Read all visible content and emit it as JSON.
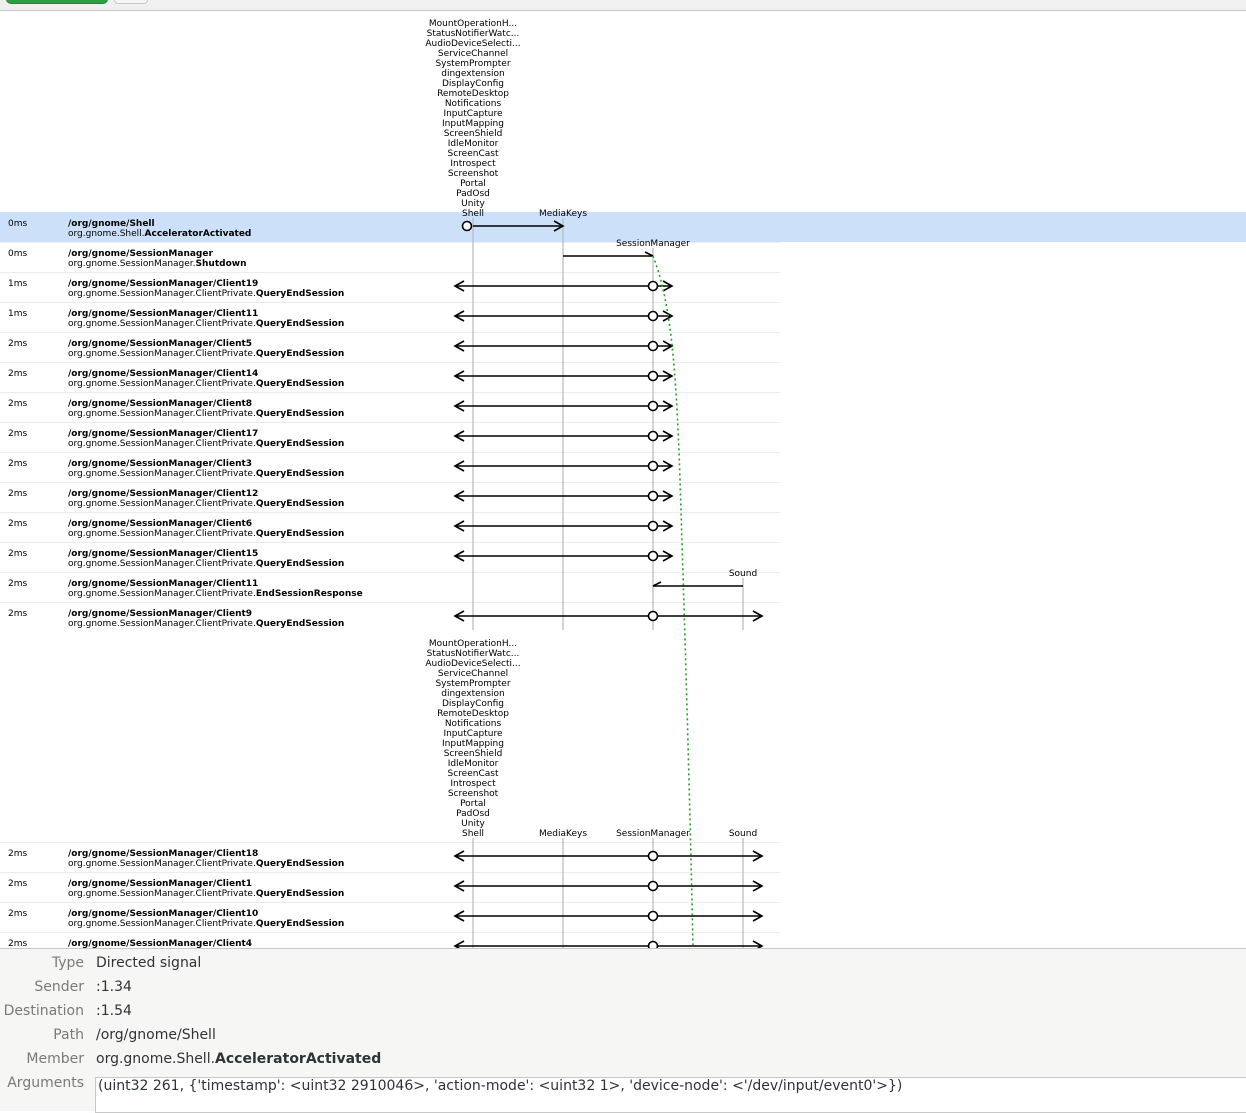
{
  "toolbar": {
    "icons": [
      "green-button",
      "small-button"
    ]
  },
  "diagram": {
    "participants_top_stack": [
      "MountOperationH...",
      "StatusNotifierWatc...",
      "AudioDeviceSelecti...",
      "ServiceChannel",
      "SystemPrompter",
      "dingextension",
      "DisplayConfig",
      "RemoteDesktop",
      "Notifications",
      "InputCapture",
      "InputMapping",
      "ScreenShield",
      "IdleMonitor",
      "ScreenCast",
      "Introspect",
      "Screenshot",
      "Portal",
      "PadOsd",
      "Unity",
      "Shell"
    ],
    "participant_media": "MediaKeys",
    "participant_session": "SessionManager",
    "participant_sound": "Sound",
    "colors": {
      "selected_row": "#cce1f9",
      "line": "#b8b8b8",
      "arrow": "#000000",
      "dotted": "#2a9d2a"
    },
    "rows": [
      {
        "time": "0ms",
        "path": "/org/gnome/Shell",
        "iface": "org.gnome.Shell.",
        "member": "AcceleratorActivated",
        "kind": "shell-media",
        "selected": true
      },
      {
        "time": "0ms",
        "path": "/org/gnome/SessionManager",
        "iface": "org.gnome.SessionManager.",
        "member": "Shutdown",
        "kind": "media-session"
      },
      {
        "time": "1ms",
        "path": "/org/gnome/SessionManager/Client19",
        "iface": "org.gnome.SessionManager.ClientPrivate.",
        "member": "QueryEndSession",
        "kind": "qes-short"
      },
      {
        "time": "1ms",
        "path": "/org/gnome/SessionManager/Client11",
        "iface": "org.gnome.SessionManager.ClientPrivate.",
        "member": "QueryEndSession",
        "kind": "qes-short"
      },
      {
        "time": "2ms",
        "path": "/org/gnome/SessionManager/Client5",
        "iface": "org.gnome.SessionManager.ClientPrivate.",
        "member": "QueryEndSession",
        "kind": "qes-short"
      },
      {
        "time": "2ms",
        "path": "/org/gnome/SessionManager/Client14",
        "iface": "org.gnome.SessionManager.ClientPrivate.",
        "member": "QueryEndSession",
        "kind": "qes-short"
      },
      {
        "time": "2ms",
        "path": "/org/gnome/SessionManager/Client8",
        "iface": "org.gnome.SessionManager.ClientPrivate.",
        "member": "QueryEndSession",
        "kind": "qes-short"
      },
      {
        "time": "2ms",
        "path": "/org/gnome/SessionManager/Client17",
        "iface": "org.gnome.SessionManager.ClientPrivate.",
        "member": "QueryEndSession",
        "kind": "qes-short"
      },
      {
        "time": "2ms",
        "path": "/org/gnome/SessionManager/Client3",
        "iface": "org.gnome.SessionManager.ClientPrivate.",
        "member": "QueryEndSession",
        "kind": "qes-short"
      },
      {
        "time": "2ms",
        "path": "/org/gnome/SessionManager/Client12",
        "iface": "org.gnome.SessionManager.ClientPrivate.",
        "member": "QueryEndSession",
        "kind": "qes-short"
      },
      {
        "time": "2ms",
        "path": "/org/gnome/SessionManager/Client6",
        "iface": "org.gnome.SessionManager.ClientPrivate.",
        "member": "QueryEndSession",
        "kind": "qes-short"
      },
      {
        "time": "2ms",
        "path": "/org/gnome/SessionManager/Client15",
        "iface": "org.gnome.SessionManager.ClientPrivate.",
        "member": "QueryEndSession",
        "kind": "qes-short"
      },
      {
        "time": "2ms",
        "path": "/org/gnome/SessionManager/Client11",
        "iface": "org.gnome.SessionManager.ClientPrivate.",
        "member": "EndSessionResponse",
        "kind": "sound-session"
      },
      {
        "time": "2ms",
        "path": "/org/gnome/SessionManager/Client9",
        "iface": "org.gnome.SessionManager.ClientPrivate.",
        "member": "QueryEndSession",
        "kind": "qes-long"
      },
      {
        "header": true
      },
      {
        "time": "2ms",
        "path": "/org/gnome/SessionManager/Client18",
        "iface": "org.gnome.SessionManager.ClientPrivate.",
        "member": "QueryEndSession",
        "kind": "qes-long"
      },
      {
        "time": "2ms",
        "path": "/org/gnome/SessionManager/Client1",
        "iface": "org.gnome.SessionManager.ClientPrivate.",
        "member": "QueryEndSession",
        "kind": "qes-long"
      },
      {
        "time": "2ms",
        "path": "/org/gnome/SessionManager/Client10",
        "iface": "org.gnome.SessionManager.ClientPrivate.",
        "member": "QueryEndSession",
        "kind": "qes-long"
      },
      {
        "time": "2ms",
        "path": "/org/gnome/SessionManager/Client4",
        "iface": "",
        "member": "",
        "kind": "qes-long"
      }
    ]
  },
  "details": {
    "type_label": "Type",
    "type_value": "Directed signal",
    "sender_label": "Sender",
    "sender_value": ":1.34",
    "destination_label": "Destination",
    "destination_value": ":1.54",
    "path_label": "Path",
    "path_value": "/org/gnome/Shell",
    "member_label": "Member",
    "member_iface": "org.gnome.Shell.",
    "member_name": "AcceleratorActivated",
    "arguments_label": "Arguments",
    "arguments_value": "(uint32 261, {'timestamp': <uint32 2910046>, 'action-mode': <uint32 1>, 'device-node': <'/dev/input/event0'>})"
  }
}
